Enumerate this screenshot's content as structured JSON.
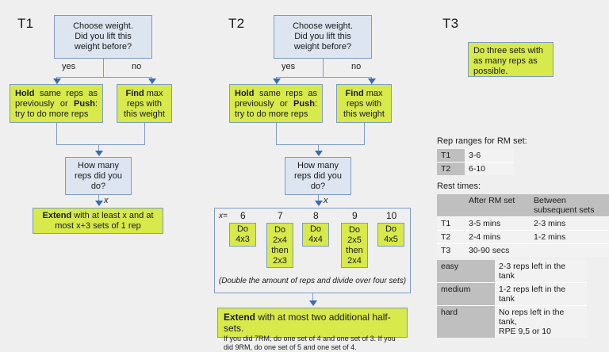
{
  "columns": {
    "t1": {
      "title": "T1"
    },
    "t2": {
      "title": "T2"
    },
    "t3": {
      "title": "T3"
    }
  },
  "t1": {
    "start": "Choose weight.\nDid you lift this\nweight before?",
    "yes": "yes",
    "no": "no",
    "hold_lead": "Hold",
    "hold_rest": " same reps as previously or ",
    "push_lead": "Push",
    "push_rest": ": try to do more reps",
    "find_lead": "Find",
    "find_rest": " max reps with this weight",
    "howmany": "How many\nreps did you\ndo?",
    "x_label": "x",
    "extend_lead": "Extend",
    "extend_rest": " with at least x and at most x+3 sets of 1 rep"
  },
  "t2": {
    "start": "Choose weight.\nDid you lift this\nweight before?",
    "yes": "yes",
    "no": "no",
    "hold_lead": "Hold",
    "hold_rest": " same reps as previously or ",
    "push_lead": "Push",
    "push_rest": ": try to do more reps",
    "find_lead": "Find",
    "find_rest": " max reps with this weight",
    "howmany": "How many\nreps did you\ndo?",
    "x_label": "x",
    "x_equals": "x=",
    "reps": [
      {
        "n": "6",
        "do": "Do\n4x3"
      },
      {
        "n": "7",
        "do": "Do\n2x4\nthen\n2x3"
      },
      {
        "n": "8",
        "do": "Do\n4x4"
      },
      {
        "n": "9",
        "do": "Do\n2x5\nthen\n2x4"
      },
      {
        "n": "10",
        "do": "Do\n4x5"
      }
    ],
    "note": "(Double the amount of reps and divide over four sets)",
    "extend_lead": "Extend",
    "extend_rest": " with at most two additional half-sets.",
    "extend_sub": "If you did 7RM, do one set of 4 and one set of 3. If you did 9RM, do one set of 5 and one set of 4."
  },
  "t3": {
    "box": "Do three sets with\nas many reps as\npossible."
  },
  "rep_ranges": {
    "caption": "Rep ranges for RM set:",
    "rows": [
      {
        "key": "T1",
        "value": "3-6"
      },
      {
        "key": "T2",
        "value": "6-10"
      }
    ]
  },
  "rest_times": {
    "caption": "Rest times:",
    "headers": [
      "",
      "After RM set",
      "Between subsequent sets"
    ],
    "rows": [
      {
        "key": "T1",
        "after": "3-5 mins",
        "between": "2-3 mins"
      },
      {
        "key": "T2",
        "after": "2-4 mins",
        "between": "1-2 mins"
      },
      {
        "key": "T3",
        "after": "30-90 secs",
        "between": ""
      }
    ]
  },
  "difficulty": {
    "rows": [
      {
        "key": "easy",
        "value": "2-3 reps left in the tank"
      },
      {
        "key": "medium",
        "value": "1-2 reps left in the tank"
      },
      {
        "key": "hard",
        "value": "No reps left in the tank,\nRPE 9,5 or 10"
      }
    ]
  },
  "colors": {
    "background": "#efefef",
    "blue_fill": "#dde5f0",
    "green_fill": "#d7e94b",
    "border_blue": "#7f9bc4",
    "arrow_blue": "#3b6ab0",
    "table_key": "#bfbfbf",
    "table_value": "#f2f2f2"
  }
}
